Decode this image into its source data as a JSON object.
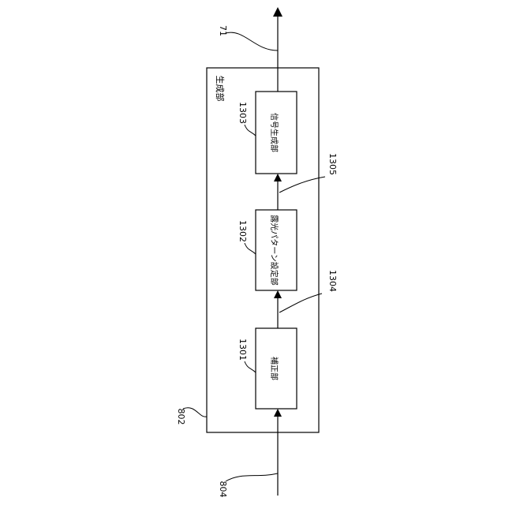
{
  "diagram": {
    "container": {
      "title": "生成部",
      "ref": "802"
    },
    "input": {
      "ref": "804"
    },
    "output": {
      "ref": "71"
    },
    "blocks": [
      {
        "ref": "1301",
        "label": "補正部"
      },
      {
        "ref": "1302",
        "label": "露光パターン設定部"
      },
      {
        "ref": "1303",
        "label": "信号生成部"
      }
    ],
    "signals": [
      {
        "ref": "1304"
      },
      {
        "ref": "1305"
      }
    ]
  }
}
